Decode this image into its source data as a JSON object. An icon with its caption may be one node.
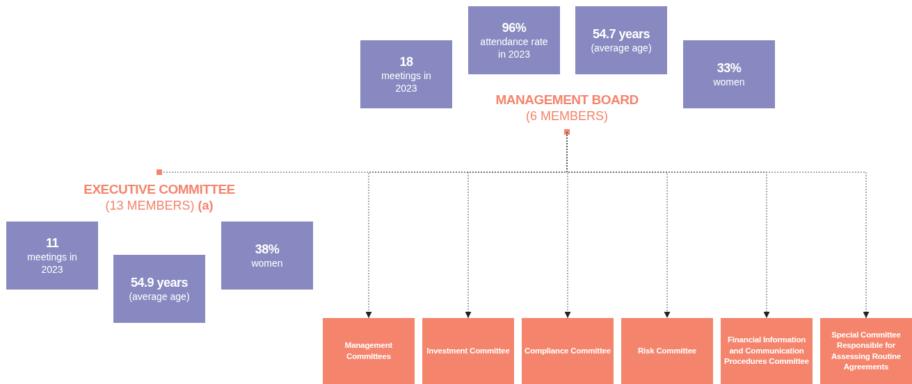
{
  "diagram": {
    "nodes": [
      {
        "text": [
          "18",
          "meetings in 2023"
        ]
      },
      {
        "text": [
          "96%",
          "attendance rate in 2023"
        ]
      },
      {
        "text": [
          "54.7 years",
          "(average age)"
        ]
      },
      {
        "text": [
          "33%",
          "women"
        ]
      },
      {
        "text": [
          "MANAGEMENT BOARD",
          "(6 MEMBERS)"
        ]
      },
      {
        "text": [
          "EXECUTIVE COMMITTEE",
          "(13 MEMBERS) **(a)**"
        ]
      },
      {
        "text": [
          "11",
          "meetings in 2023"
        ]
      },
      {
        "text": [
          "54.9 years",
          "(average age)"
        ]
      },
      {
        "text": [
          "38%",
          "women"
        ]
      },
      {
        "text": [
          "Management Committees"
        ]
      },
      {
        "text": [
          "Investment Committee"
        ]
      },
      {
        "text": [
          "Compliance Committee"
        ]
      },
      {
        "text": [
          "Risk Committee"
        ]
      },
      {
        "text": [
          "Financial Information and Communication Procedures Committee"
        ]
      },
      {
        "text": [
          "Special Committee Responsible for Assessing Routine Agreements"
        ]
      }
    ],
    "edges": [
      {
        "from": 4,
        "to": 5,
        "arrow": "other"
      },
      {
        "from": 4,
        "to": 9,
        "arrow": "to"
      },
      {
        "from": 4,
        "to": 10,
        "arrow": "to"
      },
      {
        "from": 4,
        "to": 11,
        "arrow": "to"
      },
      {
        "from": 4,
        "to": 12,
        "arrow": "to"
      },
      {
        "from": 4,
        "to": 13,
        "arrow": "to"
      },
      {
        "from": 4,
        "to": 14,
        "arrow": "to"
      }
    ]
  }
}
